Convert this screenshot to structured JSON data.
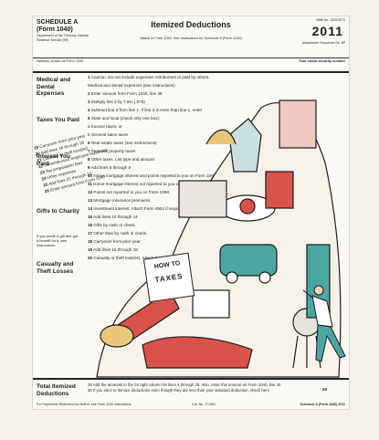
{
  "form": {
    "schedule": "SCHEDULE A",
    "form_ref": "(Form 1040)",
    "dept": "Department of the Treasury Internal Revenue Service (99)",
    "title": "Itemized Deductions",
    "attach_note": "Attach to Form 1040.   See Instructions for Schedule A (Form 1040).",
    "omb": "OMB No. 1545-0074",
    "year": "2011",
    "attachment_label": "Attachment Sequence No.",
    "attachment_no": "07",
    "name_label": "Name(s) shown on Form 1040",
    "ssn_label": "Your social security number"
  },
  "sections": [
    {
      "label": "Medical and Dental Expenses"
    },
    {
      "label": "Taxes You Paid"
    },
    {
      "label": "Interest You Paid"
    },
    {
      "label": "Gifts to Charity"
    },
    {
      "label": "Casualty and Theft Losses"
    }
  ],
  "lines": [
    {
      "num": "1",
      "text": "Caution. Do not include expenses reimbursed or paid by others."
    },
    {
      "num": "",
      "text": "Medical and dental expenses (see instructions)"
    },
    {
      "num": "2",
      "text": "Enter amount from Form 1040, line 38"
    },
    {
      "num": "3",
      "text": "Multiply line 2 by 7.5% (.075)"
    },
    {
      "num": "4",
      "text": "Subtract line 3 from line 1. If line 3 is more than line 1, enter"
    },
    {
      "num": "5",
      "text": "State and local (check only one box):"
    },
    {
      "num": "",
      "text": "a  Income taxes, or"
    },
    {
      "num": "",
      "text": "b  General sales taxes"
    },
    {
      "num": "6",
      "text": "Real estate taxes (see instructions)"
    },
    {
      "num": "7",
      "text": "Personal property taxes"
    },
    {
      "num": "8",
      "text": "Other taxes. List type and amount"
    },
    {
      "num": "9",
      "text": "Add lines 5 through 8"
    },
    {
      "num": "10",
      "text": "Home mortgage interest and points reported to you on Form 1098"
    },
    {
      "num": "11",
      "text": "Home mortgage interest not reported to you on Form 1098."
    },
    {
      "num": "12",
      "text": "Points not reported to you on Form 1098."
    },
    {
      "num": "13",
      "text": "Mortgage insurance premiums"
    },
    {
      "num": "14",
      "text": "Investment interest. Attach Form 4952 if required."
    },
    {
      "num": "15",
      "text": "Add lines 10 through 14"
    },
    {
      "num": "16",
      "text": "Gifts by cash or check."
    },
    {
      "num": "17",
      "text": "Other than by cash or check."
    },
    {
      "num": "18",
      "text": "Carryover from prior year"
    },
    {
      "num": "19",
      "text": "Add lines 16 through 18"
    },
    {
      "num": "20",
      "text": "Casualty or theft loss(es). Attach Form 4684."
    }
  ],
  "flying_lines": [
    {
      "num": "19",
      "text": "Carryover from prior year"
    },
    {
      "num": "20",
      "text": "Add lines 16 through 18"
    },
    {
      "num": "21",
      "text": "Casualty or theft loss(es)"
    },
    {
      "num": "22",
      "text": "Unreimbursed employee expenses"
    },
    {
      "num": "23",
      "text": "Tax preparation fees"
    },
    {
      "num": "24",
      "text": "Other expenses"
    },
    {
      "num": "25",
      "text": "Add lines 21 through 23"
    },
    {
      "num": "26",
      "text": "Enter amount from Form 1040"
    }
  ],
  "side_text": "If you made a gift and got a benefit for it, see instructions.",
  "total": {
    "label": "Total Itemized Deductions",
    "line29": "29  Add the amounts in the far right column for lines 4 through 28. Also, enter this amount on Form 1040, line 40",
    "line30": "30  If you elect to itemize deductions even though they are less than your standard deduction, check here",
    "box_num": "29"
  },
  "footer": {
    "notice": "For Paperwork Reduction Act Notice, see Form 1040 instructions.",
    "cat": "Cat. No. 17145C",
    "form_id": "Schedule A (Form 1040) 2011"
  },
  "book": {
    "line1": "HOW TO",
    "line2": "TAXES"
  },
  "colors": {
    "accent": "#d9534a",
    "teal": "#4aa6a0",
    "ink": "#1d1d1d",
    "paper": "#fbfaf6"
  }
}
